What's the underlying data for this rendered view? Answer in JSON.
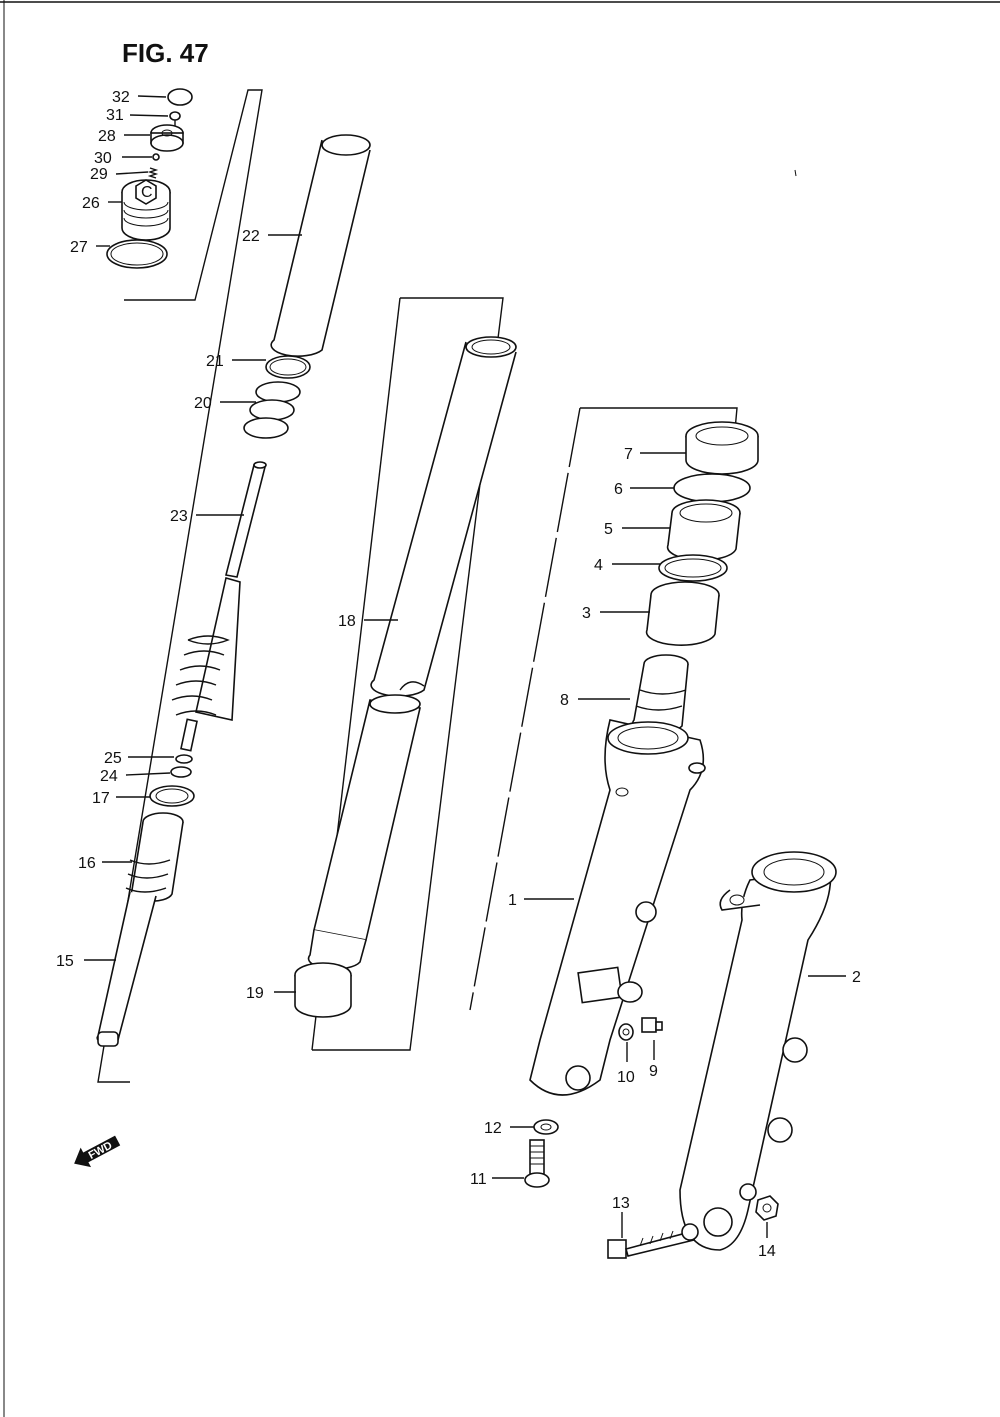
{
  "figure": {
    "title": "FIG. 47"
  },
  "fwd_badge": "FWD",
  "callouts": [
    "1",
    "2",
    "3",
    "4",
    "5",
    "6",
    "7",
    "8",
    "9",
    "10",
    "11",
    "12",
    "13",
    "14",
    "15",
    "16",
    "17",
    "18",
    "19",
    "20",
    "21",
    "22",
    "23",
    "24",
    "25",
    "26",
    "27",
    "28",
    "29",
    "30",
    "31",
    "32"
  ]
}
